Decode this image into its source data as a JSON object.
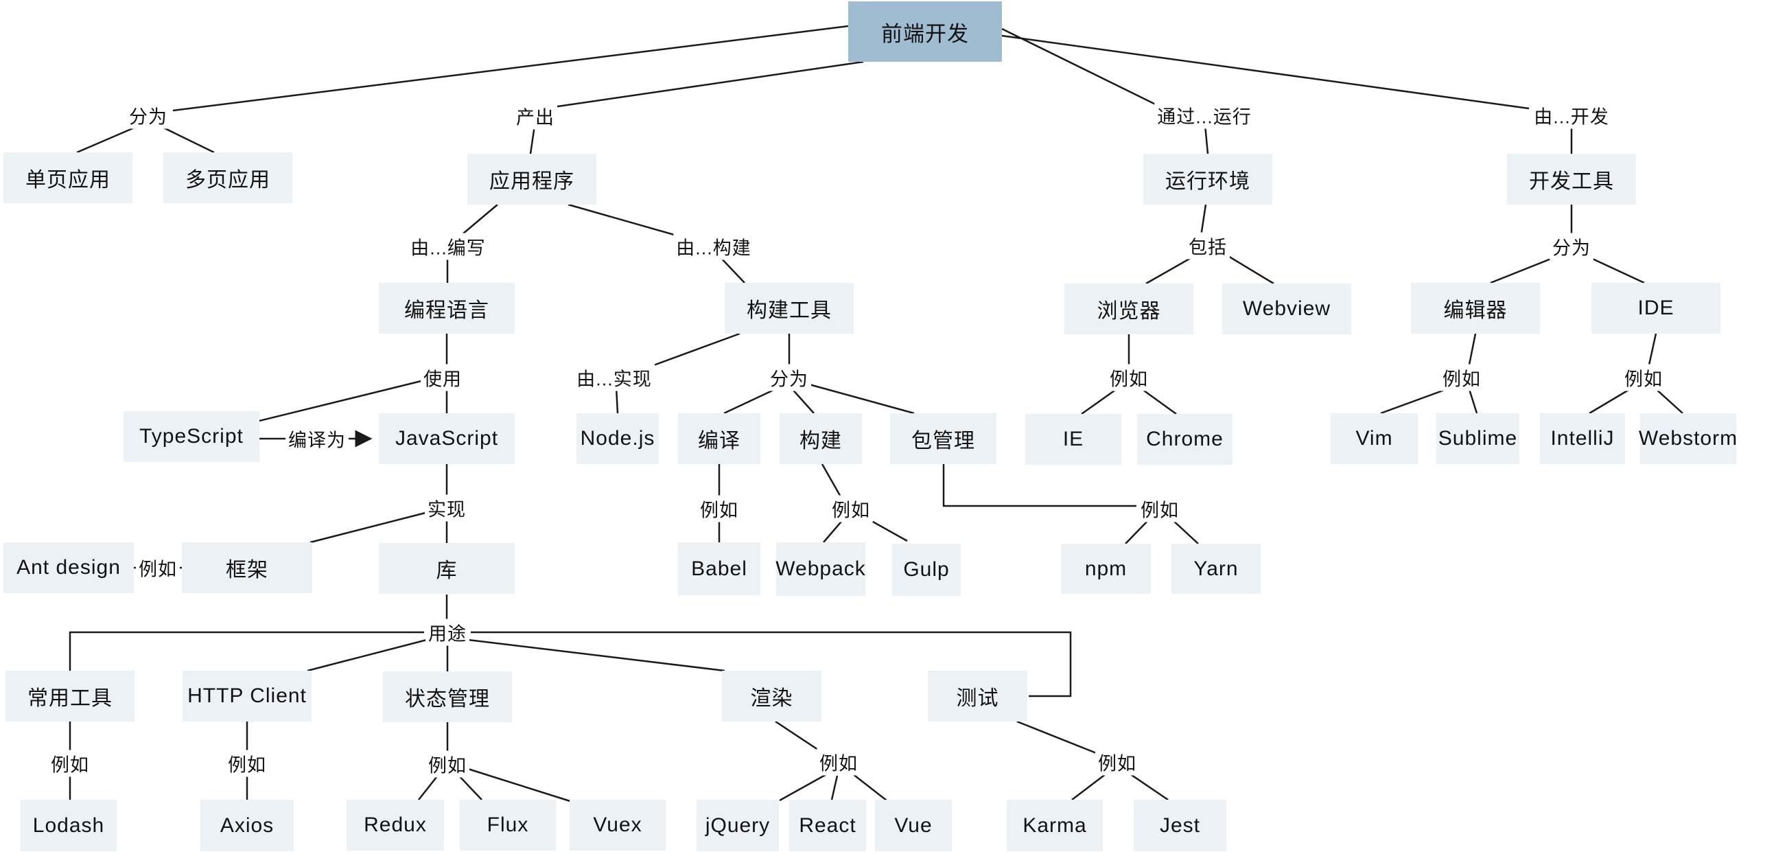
{
  "meta": {
    "diagram_type": "concept-map",
    "colors": {
      "node_bg": "#ECF1F6",
      "root_bg": "#9FBCD1",
      "line": "#1A1A1A",
      "text": "#121212",
      "canvas": "#FFFFFF"
    }
  },
  "nodes": {
    "frontend": {
      "label": "前端开发"
    },
    "spa": {
      "label": "单页应用"
    },
    "mpa": {
      "label": "多页应用"
    },
    "app": {
      "label": "应用程序"
    },
    "runtime": {
      "label": "运行环境"
    },
    "devtools": {
      "label": "开发工具"
    },
    "lang": {
      "label": "编程语言"
    },
    "buildtools": {
      "label": "构建工具"
    },
    "browser": {
      "label": "浏览器"
    },
    "webview": {
      "label": "Webview"
    },
    "editor": {
      "label": "编辑器"
    },
    "ide": {
      "label": "IDE"
    },
    "ts": {
      "label": "TypeScript"
    },
    "js": {
      "label": "JavaScript"
    },
    "nodejs": {
      "label": "Node.js"
    },
    "compile": {
      "label": "编译"
    },
    "build": {
      "label": "构建"
    },
    "pkg": {
      "label": "包管理"
    },
    "ie": {
      "label": "IE"
    },
    "chrome": {
      "label": "Chrome"
    },
    "vim": {
      "label": "Vim"
    },
    "sublime": {
      "label": "Sublime"
    },
    "intellij": {
      "label": "IntelliJ"
    },
    "webstorm": {
      "label": "Webstorm"
    },
    "antd": {
      "label": "Ant design"
    },
    "framework": {
      "label": "框架"
    },
    "lib": {
      "label": "库"
    },
    "babel": {
      "label": "Babel"
    },
    "webpack": {
      "label": "Webpack"
    },
    "gulp": {
      "label": "Gulp"
    },
    "npm": {
      "label": "npm"
    },
    "yarn": {
      "label": "Yarn"
    },
    "tools": {
      "label": "常用工具"
    },
    "http": {
      "label": "HTTP Client"
    },
    "state": {
      "label": "状态管理"
    },
    "render": {
      "label": "渲染"
    },
    "test": {
      "label": "测试"
    },
    "lodash": {
      "label": "Lodash"
    },
    "axios": {
      "label": "Axios"
    },
    "redux": {
      "label": "Redux"
    },
    "flux": {
      "label": "Flux"
    },
    "vuex": {
      "label": "Vuex"
    },
    "jquery": {
      "label": "jQuery"
    },
    "react": {
      "label": "React"
    },
    "vue": {
      "label": "Vue"
    },
    "karma": {
      "label": "Karma"
    },
    "jest": {
      "label": "Jest"
    }
  },
  "labels": {
    "e1": "分为",
    "e2": "产出",
    "e3": "通过...运行",
    "e4": "由...开发",
    "e5": "由...编写",
    "e6": "由...构建",
    "e7": "包括",
    "e8": "分为",
    "e9": "使用",
    "e10": "由...实现",
    "e11": "分为",
    "e12": "例如",
    "e13": "例如",
    "e14": "例如",
    "e15": "编译为",
    "e16": "实现",
    "e17": "例如",
    "e18": "例如",
    "e19": "例如",
    "e20": "例如",
    "e21": "用途",
    "e22": "例如",
    "e23": "例如",
    "e24": "例如",
    "e25": "例如",
    "e26": "例如"
  },
  "edges": [
    {
      "from": "前端开发",
      "label": "分为",
      "to": [
        "单页应用",
        "多页应用"
      ]
    },
    {
      "from": "前端开发",
      "label": "产出",
      "to": [
        "应用程序"
      ]
    },
    {
      "from": "前端开发",
      "label": "通过...运行",
      "to": [
        "运行环境"
      ]
    },
    {
      "from": "前端开发",
      "label": "由...开发",
      "to": [
        "开发工具"
      ]
    },
    {
      "from": "应用程序",
      "label": "由...编写",
      "to": [
        "编程语言"
      ]
    },
    {
      "from": "应用程序",
      "label": "由...构建",
      "to": [
        "构建工具"
      ]
    },
    {
      "from": "编程语言",
      "label": "使用",
      "to": [
        "JavaScript",
        "TypeScript"
      ]
    },
    {
      "from": "TypeScript",
      "label": "编译为",
      "to": [
        "JavaScript"
      ]
    },
    {
      "from": "JavaScript",
      "label": "实现",
      "to": [
        "框架",
        "库"
      ]
    },
    {
      "from": "Ant design",
      "label": "例如",
      "to": [
        "框架"
      ]
    },
    {
      "from": "构建工具",
      "label": "由...实现",
      "to": [
        "Node.js"
      ]
    },
    {
      "from": "构建工具",
      "label": "分为",
      "to": [
        "编译",
        "构建",
        "包管理"
      ]
    },
    {
      "from": "编译",
      "label": "例如",
      "to": [
        "Babel"
      ]
    },
    {
      "from": "构建",
      "label": "例如",
      "to": [
        "Webpack",
        "Gulp"
      ]
    },
    {
      "from": "包管理",
      "label": "例如",
      "to": [
        "npm",
        "Yarn"
      ]
    },
    {
      "from": "运行环境",
      "label": "包括",
      "to": [
        "浏览器",
        "Webview"
      ]
    },
    {
      "from": "浏览器",
      "label": "例如",
      "to": [
        "IE",
        "Chrome"
      ]
    },
    {
      "from": "开发工具",
      "label": "分为",
      "to": [
        "编辑器",
        "IDE"
      ]
    },
    {
      "from": "编辑器",
      "label": "例如",
      "to": [
        "Vim",
        "Sublime"
      ]
    },
    {
      "from": "IDE",
      "label": "例如",
      "to": [
        "IntelliJ",
        "Webstorm"
      ]
    },
    {
      "from": "库",
      "label": "用途",
      "to": [
        "常用工具",
        "HTTP Client",
        "状态管理",
        "渲染",
        "测试"
      ]
    },
    {
      "from": "常用工具",
      "label": "例如",
      "to": [
        "Lodash"
      ]
    },
    {
      "from": "HTTP Client",
      "label": "例如",
      "to": [
        "Axios"
      ]
    },
    {
      "from": "状态管理",
      "label": "例如",
      "to": [
        "Redux",
        "Flux",
        "Vuex"
      ]
    },
    {
      "from": "渲染",
      "label": "例如",
      "to": [
        "jQuery",
        "React",
        "Vue"
      ]
    },
    {
      "from": "测试",
      "label": "例如",
      "to": [
        "Karma",
        "Jest"
      ]
    }
  ]
}
